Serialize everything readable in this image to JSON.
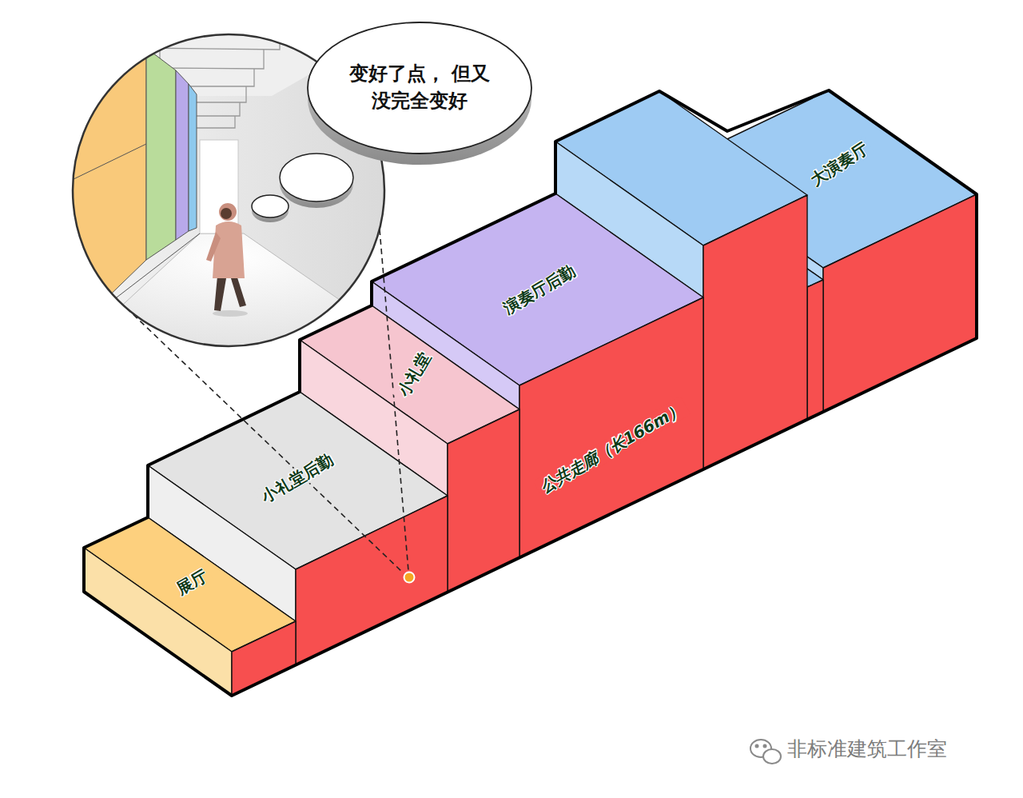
{
  "diagram": {
    "nodes": [
      {
        "text": [
          "变好了点， 但又没完全变好"
        ]
      },
      {
        "text": [
          "展厅"
        ]
      },
      {
        "text": [
          "小礼堂后勤"
        ]
      },
      {
        "text": [
          "小礼堂"
        ]
      },
      {
        "text": [
          "演奏厅后勤"
        ]
      },
      {
        "text": [
          "大演奏厅"
        ]
      },
      {
        "text": [
          "公共走廊（长166m）"
        ]
      }
    ],
    "labels": [
      "非标准建筑工作室"
    ]
  }
}
